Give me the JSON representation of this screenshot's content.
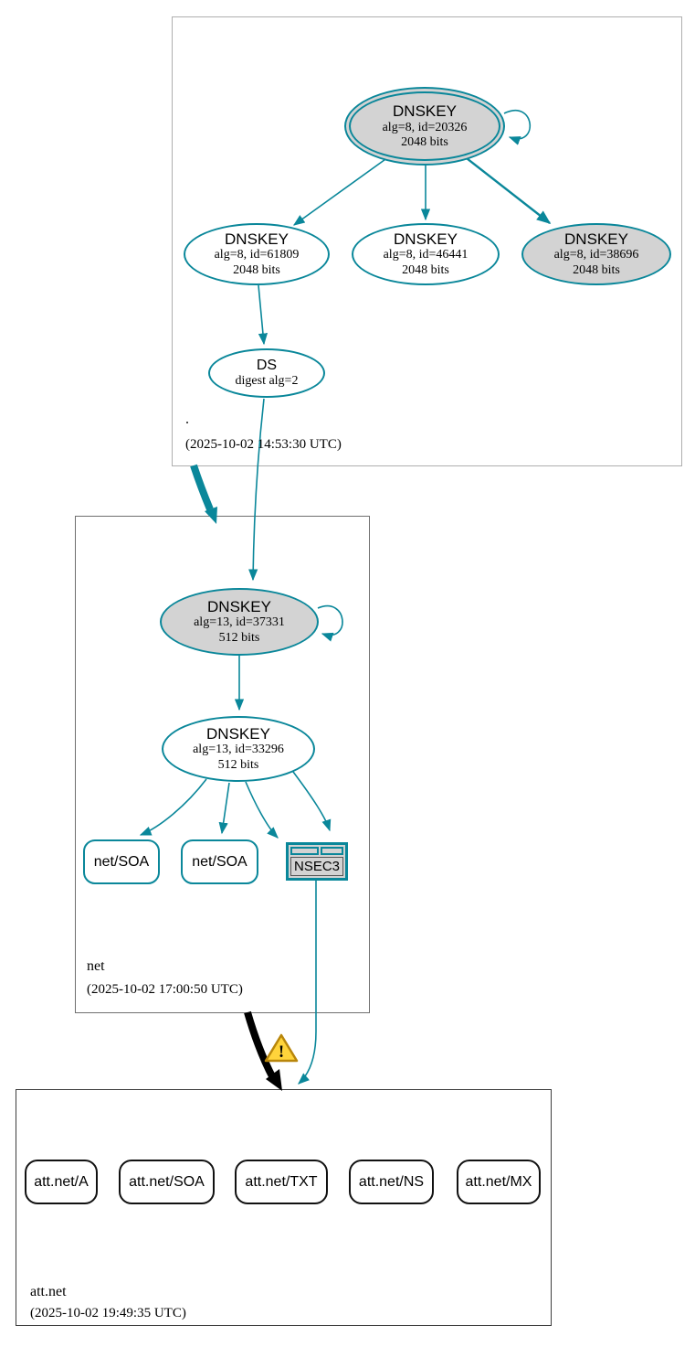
{
  "colors": {
    "secure_teal": "#0a879a",
    "node_fill_gray": "#d3d3d3",
    "warning_fill": "#ffd43b",
    "warning_border": "#b8860b",
    "root_box_border": "#aeaeae",
    "net_box_border": "#6f6f6f",
    "attnet_box_border": "#3d3d3d"
  },
  "zones": [
    {
      "name": ".",
      "timestamp": "(2025-10-02 14:53:30 UTC)",
      "nodes": {
        "ksk": {
          "title": "DNSKEY",
          "detail": "alg=8, id=20326",
          "bits": "2048 bits"
        },
        "zsk_61809": {
          "title": "DNSKEY",
          "detail": "alg=8, id=61809",
          "bits": "2048 bits"
        },
        "zsk_46441": {
          "title": "DNSKEY",
          "detail": "alg=8, id=46441",
          "bits": "2048 bits"
        },
        "ksk_38696": {
          "title": "DNSKEY",
          "detail": "alg=8, id=38696",
          "bits": "2048 bits"
        },
        "ds": {
          "title": "DS",
          "detail": "digest alg=2"
        }
      }
    },
    {
      "name": "net",
      "timestamp": "(2025-10-02 17:00:50 UTC)",
      "nodes": {
        "ksk": {
          "title": "DNSKEY",
          "detail": "alg=13, id=37331",
          "bits": "512 bits"
        },
        "zsk": {
          "title": "DNSKEY",
          "detail": "alg=13, id=33296",
          "bits": "512 bits"
        },
        "soa1": {
          "label": "net/SOA"
        },
        "soa2": {
          "label": "net/SOA"
        },
        "nsec3": {
          "label": "NSEC3"
        }
      }
    },
    {
      "name": "att.net",
      "timestamp": "(2025-10-02 19:49:35 UTC)",
      "rrsets": [
        {
          "label": "att.net/A"
        },
        {
          "label": "att.net/SOA"
        },
        {
          "label": "att.net/TXT"
        },
        {
          "label": "att.net/NS"
        },
        {
          "label": "att.net/MX"
        }
      ]
    }
  ],
  "warning": {
    "symbol": "!"
  }
}
